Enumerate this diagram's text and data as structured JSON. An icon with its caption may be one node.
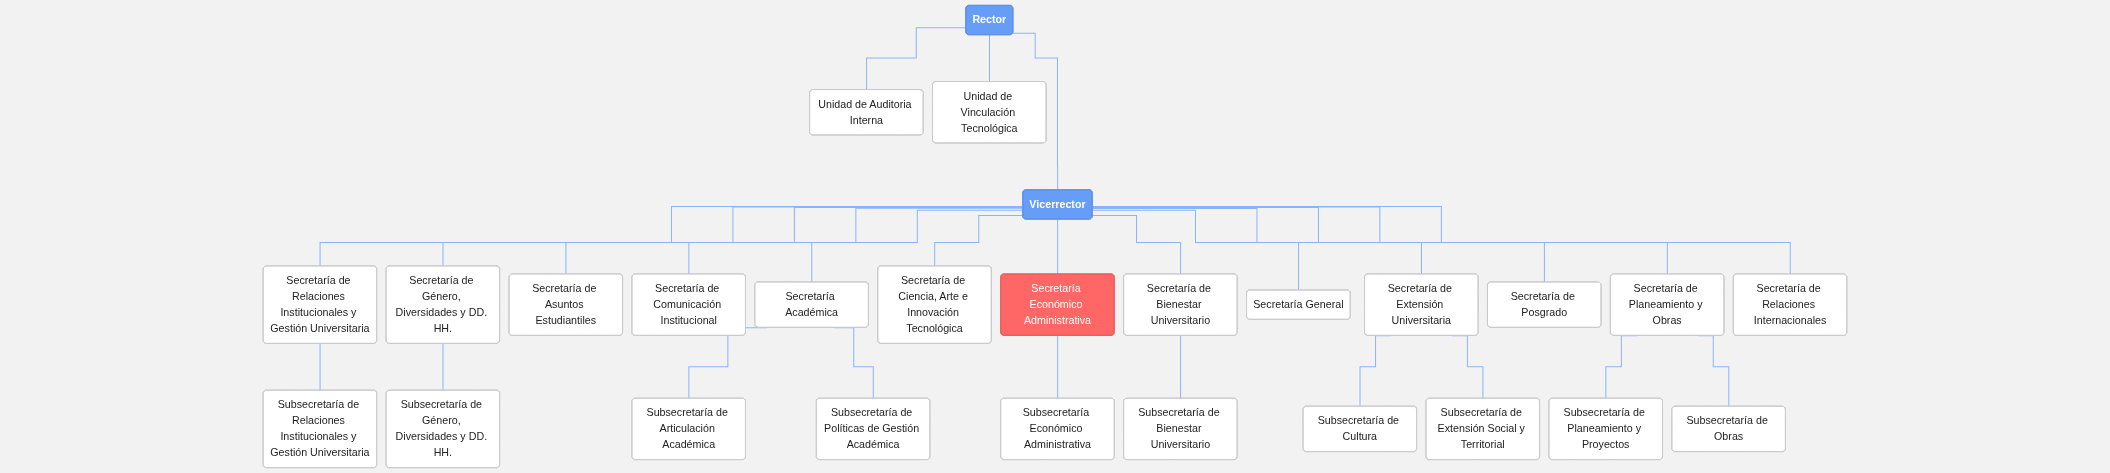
{
  "diagram": {
    "nodes": [
      {
        "text": [
          "Rector"
        ]
      },
      {
        "text": [
          "Unidad de Auditoria Interna"
        ]
      },
      {
        "text": [
          "Unidad de Vinculación Tecnológica"
        ]
      },
      {
        "text": [
          "Vicerrector"
        ]
      },
      {
        "text": [
          "Secretaría de Relaciones Institucionales y Gestión Universitaria"
        ]
      },
      {
        "text": [
          "Secretaría de Género, Diversidades y DD. HH."
        ]
      },
      {
        "text": [
          "Secretaría de Asuntos Estudiantiles"
        ]
      },
      {
        "text": [
          "Secretaría de Comunicación Institucional"
        ]
      },
      {
        "text": [
          "Secretaría Académica"
        ]
      },
      {
        "text": [
          "Secretaría de Ciencia, Arte e Innovación Tecnológica"
        ]
      },
      {
        "text": [
          "Secretaría Económico Administrativa"
        ]
      },
      {
        "text": [
          "Secretaría de Bienestar Universitario"
        ]
      },
      {
        "text": [
          "Secretaría General"
        ]
      },
      {
        "text": [
          "Secretaría de Extensión Universitaria"
        ]
      },
      {
        "text": [
          "Secretaría de Posgrado"
        ]
      },
      {
        "text": [
          "Secretaría de Planeamiento y Obras"
        ]
      },
      {
        "text": [
          "Secretaría de Relaciones Internacionales"
        ]
      },
      {
        "text": [
          "Subsecretaría de Relaciones Institucionales y Gestión Universitaria"
        ]
      },
      {
        "text": [
          "Subsecretaría de Género, Diversidades y DD. HH."
        ]
      },
      {
        "text": [
          "Subsecretaría de Articulación Académica"
        ]
      },
      {
        "text": [
          "Subsecretaría de Políticas de Gestión Académica"
        ]
      },
      {
        "text": [
          "Subsecretaría Económico Administrativa"
        ]
      },
      {
        "text": [
          "Subsecretaría de Bienestar Universitario"
        ]
      },
      {
        "text": [
          "Subsecretaría de Cultura"
        ]
      },
      {
        "text": [
          "Subsecretaría de Extensión Social y Territorial"
        ]
      },
      {
        "text": [
          "Subsecretaría de Planeamiento y Proyectos"
        ]
      },
      {
        "text": [
          "Subsecretaría de Obras"
        ]
      }
    ],
    "edges": [
      {
        "from": 0,
        "to": 1,
        "arrow": "none"
      },
      {
        "from": 0,
        "to": 2,
        "arrow": "none"
      },
      {
        "from": 0,
        "to": 3,
        "arrow": "none"
      },
      {
        "from": 3,
        "to": 4,
        "arrow": "none"
      },
      {
        "from": 3,
        "to": 5,
        "arrow": "none"
      },
      {
        "from": 3,
        "to": 6,
        "arrow": "none"
      },
      {
        "from": 3,
        "to": 7,
        "arrow": "none"
      },
      {
        "from": 3,
        "to": 8,
        "arrow": "none"
      },
      {
        "from": 3,
        "to": 9,
        "arrow": "none"
      },
      {
        "from": 3,
        "to": 10,
        "arrow": "none"
      },
      {
        "from": 3,
        "to": 11,
        "arrow": "none"
      },
      {
        "from": 3,
        "to": 12,
        "arrow": "none"
      },
      {
        "from": 3,
        "to": 13,
        "arrow": "none"
      },
      {
        "from": 3,
        "to": 14,
        "arrow": "none"
      },
      {
        "from": 3,
        "to": 15,
        "arrow": "none"
      },
      {
        "from": 3,
        "to": 16,
        "arrow": "none"
      },
      {
        "from": 4,
        "to": 17,
        "arrow": "none"
      },
      {
        "from": 5,
        "to": 18,
        "arrow": "none"
      },
      {
        "from": 8,
        "to": 19,
        "arrow": "none"
      },
      {
        "from": 8,
        "to": 20,
        "arrow": "none"
      },
      {
        "from": 10,
        "to": 21,
        "arrow": "none"
      },
      {
        "from": 11,
        "to": 22,
        "arrow": "none"
      },
      {
        "from": 13,
        "to": 23,
        "arrow": "none"
      },
      {
        "from": 13,
        "to": 24,
        "arrow": "none"
      },
      {
        "from": 15,
        "to": 25,
        "arrow": "none"
      },
      {
        "from": 15,
        "to": 26,
        "arrow": "none"
      }
    ]
  }
}
